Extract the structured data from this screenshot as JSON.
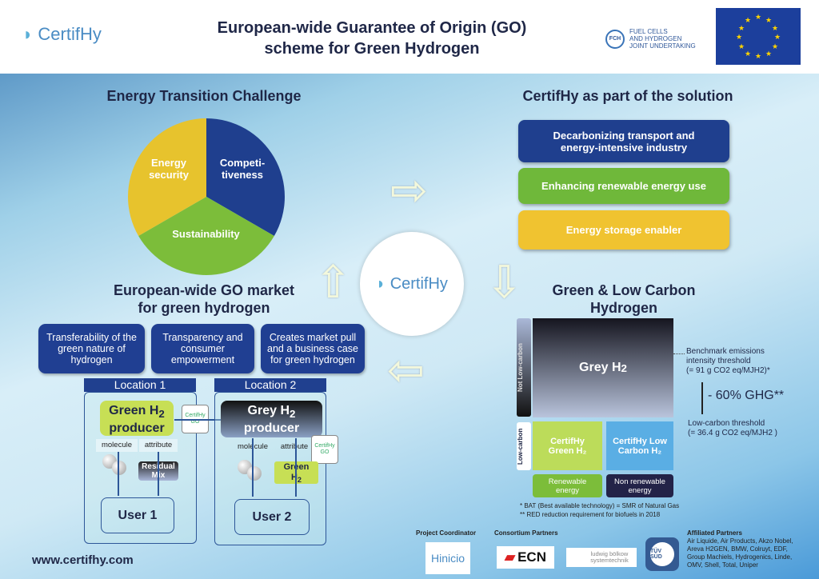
{
  "header": {
    "logo": "CertifHy",
    "title_line1": "European-wide Guarantee of Origin (GO)",
    "title_line2": "scheme for Green Hydrogen",
    "fch_line1": "FUEL CELLS",
    "fch_line2": "AND HYDROGEN",
    "fch_line3": "JOINT UNDERTAKING",
    "fch_seal": "FCH"
  },
  "challenge": {
    "title": "Energy Transition Challenge",
    "slices": [
      {
        "label": "Competi-tiveness",
        "value": 33.3,
        "color": "#1f3f8e"
      },
      {
        "label": "Sustainability",
        "value": 33.3,
        "color": "#7cbd3a"
      },
      {
        "label": "Energy security",
        "value": 33.3,
        "color": "#e7c32d"
      }
    ]
  },
  "solution": {
    "title": "CertifHy as part of the solution",
    "items": [
      {
        "label": "Decarbonizing transport and energy-intensive industry",
        "color": "#1f3f8e"
      },
      {
        "label": "Enhancing renewable energy use",
        "color": "#6fb83a"
      },
      {
        "label": "Energy storage enabler",
        "color": "#f0c330"
      }
    ]
  },
  "center_logo": "CertifHy",
  "market": {
    "title_line1": "European-wide GO market",
    "title_line2": "for green hydrogen",
    "benefits": [
      "Transferability of the green nature of hydrogen",
      "Transparency and consumer empowerment",
      "Creates market pull and a business case for green hydrogen"
    ],
    "loc1": {
      "header": "Location 1",
      "producer1": "Green H",
      "producer_sub": "2",
      "producer2": "producer",
      "molecule": "molecule",
      "attribute": "attribute",
      "residual": "Residual Mix",
      "user": "User 1"
    },
    "loc2": {
      "header": "Location 2",
      "producer1": "Grey H",
      "producer_sub": "2",
      "producer2": "producer",
      "molecule": "molecule",
      "attribute": "attribute",
      "green": "Green",
      "green_h": "H",
      "green_sub": "2",
      "user": "User 2"
    },
    "go_doc": "CertifHy GO"
  },
  "lowcarbon": {
    "title_line1": "Green & Low Carbon",
    "title_line2": "Hydrogen",
    "not_low": "Not Low-carbon",
    "low": "Low-carbon",
    "grey": "Grey H",
    "grey_sub": "2",
    "green": "CertifHy Green H₂",
    "lowc": "CertifHy Low Carbon H₂",
    "renewable": "Renewable energy",
    "nonrenewable": "Non renewable energy",
    "benchmark1": "Benchmark emissions",
    "benchmark2": "intensity threshold",
    "benchmark3": "(= 91 g CO2 eq/MJH2)*",
    "reduction": "- 60% GHG**",
    "threshold1": "Low-carbon threshold",
    "threshold2": "(=  36.4 g CO2 eq/MJH2 )",
    "note1": "* BAT (Best available technology) = SMR of Natural Gas",
    "note2": "** RED reduction requirement for biofuels in 2018"
  },
  "footer": {
    "url": "www.certifhy.com",
    "coordinator_label": "Project Coordinator",
    "coordinator": "Hinicio",
    "consortium_label": "Consortium Partners",
    "consortium": [
      "ECN",
      "ludwig bölkow systemtechnik",
      "TÜV SÜD"
    ],
    "affiliated_label": "Affiliated Partners",
    "affiliated": "Air Liquide, Air Products, Akzo Nobel, Areva H2GEN, BMW, Colruyt, EDF, Group Machiels, Hydrogenics, Linde, OMV, Shell, Total, Uniper"
  }
}
